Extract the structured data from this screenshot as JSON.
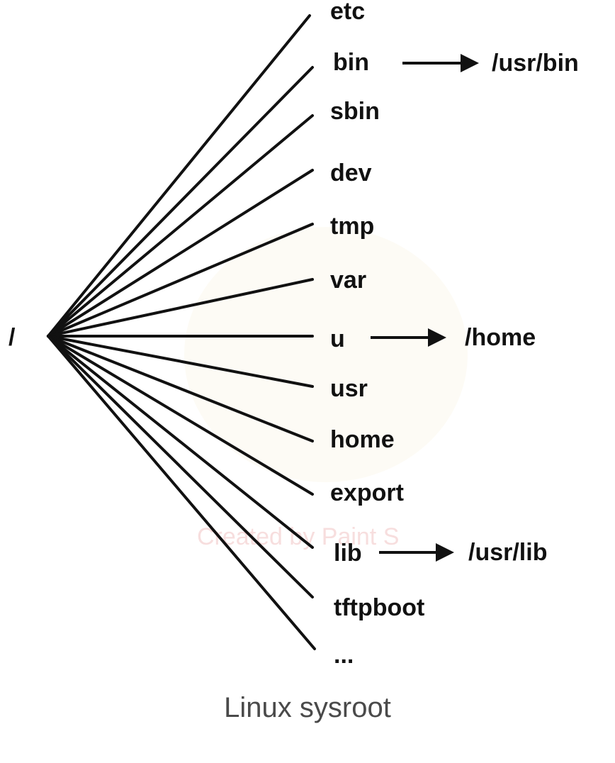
{
  "root": {
    "label": "/"
  },
  "directories": [
    {
      "label": "etc"
    },
    {
      "label": "bin",
      "link_target": "/usr/bin"
    },
    {
      "label": "sbin"
    },
    {
      "label": "dev"
    },
    {
      "label": "tmp"
    },
    {
      "label": "var"
    },
    {
      "label": "u",
      "link_target": "/home"
    },
    {
      "label": "usr"
    },
    {
      "label": "home"
    },
    {
      "label": "export"
    },
    {
      "label": "lib",
      "link_target": "/usr/lib"
    },
    {
      "label": "tftpboot"
    },
    {
      "label": "..."
    }
  ],
  "caption": "Linux sysroot",
  "watermark": "Created by Paint S",
  "colors": {
    "ink": "#111111",
    "caption": "#4a4a4a",
    "watermark": "#f2c4c4"
  }
}
